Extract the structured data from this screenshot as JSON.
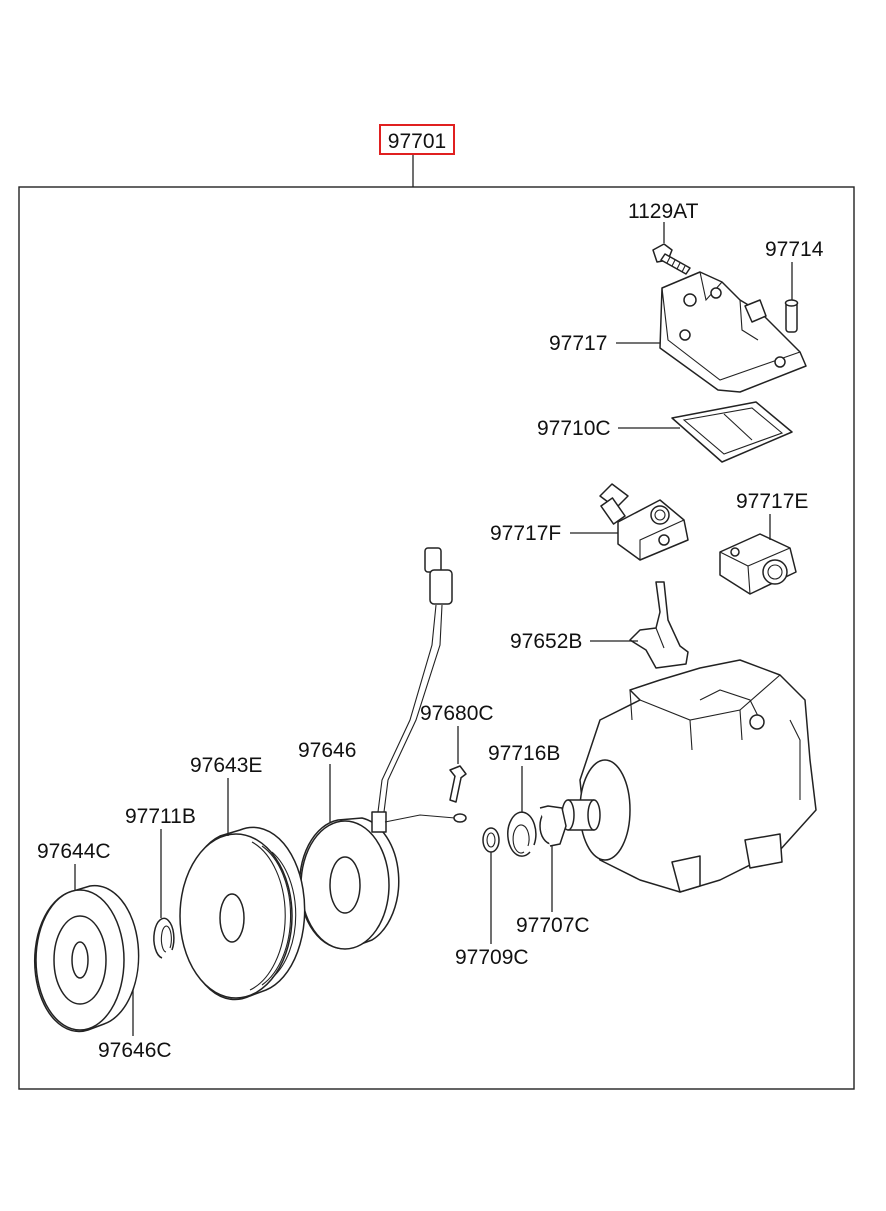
{
  "assembly": {
    "number": "97701",
    "highlight_color": "#e02020"
  },
  "parts": {
    "p1129AT": "1129AT",
    "p97714": "97714",
    "p97717": "97717",
    "p97710C": "97710C",
    "p97717F": "97717F",
    "p97717E": "97717E",
    "p97652B": "97652B",
    "p97680C": "97680C",
    "p97646": "97646",
    "p97643E": "97643E",
    "p97716B": "97716B",
    "p97711B": "97711B",
    "p97644C": "97644C",
    "p97707C": "97707C",
    "p97709C": "97709C",
    "p97646C": "97646C"
  }
}
